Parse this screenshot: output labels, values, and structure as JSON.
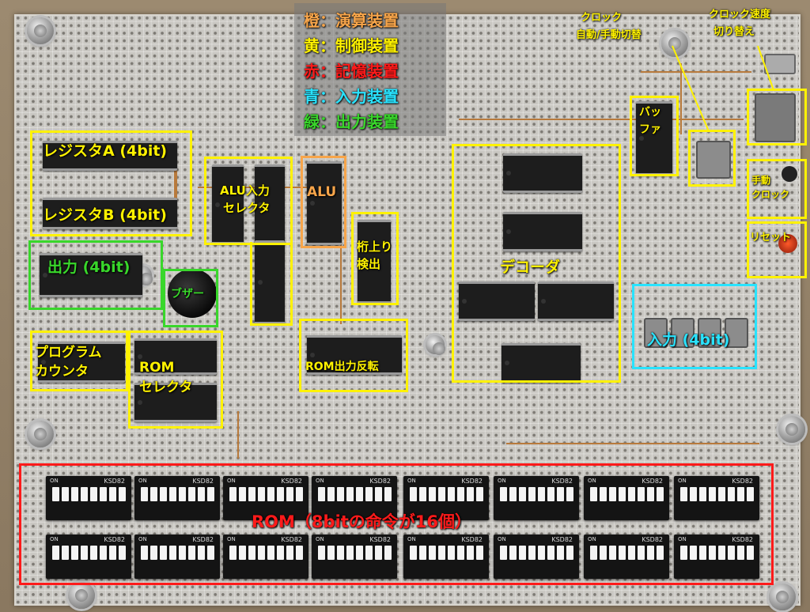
{
  "legend": {
    "orange": {
      "text": "橙：演算装置",
      "color": "#f7a54a"
    },
    "yellow": {
      "text": "黄：制御装置",
      "color": "#fff200"
    },
    "red": {
      "text": "赤：記憶装置",
      "color": "#ff1a1a"
    },
    "blue": {
      "text": "青：入力装置",
      "color": "#29e3ff"
    },
    "green": {
      "text": "緑：出力装置",
      "color": "#39d72b"
    }
  },
  "labels": {
    "register_a": "レジスタA (4bit)",
    "register_b": "レジスタB (4bit)",
    "alu_input_line1": "ALU入力",
    "alu_input_line2": "セレクタ",
    "alu": "ALU",
    "carry_line1": "桁上り",
    "carry_line2": "検出",
    "output": "出力 (4bit)",
    "buzzer": "ブザー",
    "program_counter_line1": "プログラム",
    "program_counter_line2": "カウンタ",
    "rom_selector_line1": "ROM",
    "rom_selector_line2": "セレクタ",
    "rom_invert": "ROM出力反転",
    "decoder": "デコーダ",
    "buffer_line1": "バッ",
    "buffer_line2": "ファ",
    "clock_mode_line1": "クロック",
    "clock_mode_line2": "自動/手動切替",
    "clock_speed_line1": "クロック速度",
    "clock_speed_line2": "切り替え",
    "manual_clock_line1": "手動",
    "manual_clock_line2": "クロック",
    "reset": "リセット",
    "input": "入力 (4bit)",
    "rom": "ROM（8bitの命令が16個）"
  },
  "chip_text": {
    "dip_brand": "KSD82",
    "dip_on": "ON"
  },
  "colors": {
    "orange": "#f7a54a",
    "yellow": "#fff200",
    "red": "#ff1a1a",
    "blue": "#29e3ff",
    "green": "#39d72b"
  }
}
